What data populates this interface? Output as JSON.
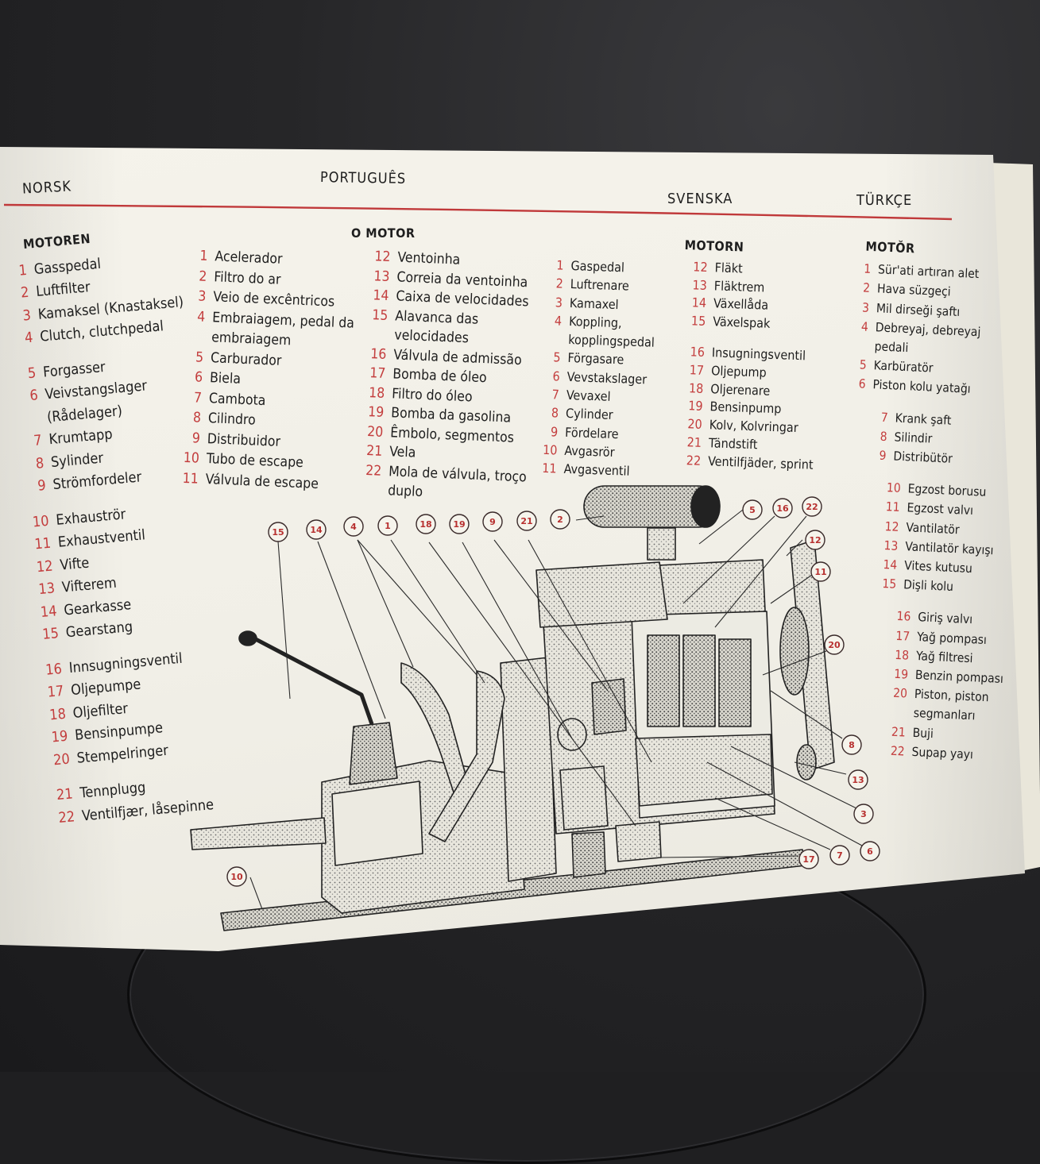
{
  "headers": [
    "NORSK",
    "PORTUGUÊS",
    "SVENSKA",
    "TÜRKÇE"
  ],
  "norsk": {
    "title": "MOTOREN",
    "groups": [
      [
        [
          "1",
          "Gasspedal"
        ],
        [
          "2",
          "Luftfilter"
        ],
        [
          "3",
          "Kamaksel (Knastaksel)"
        ],
        [
          "4",
          "Clutch, clutchpedal"
        ]
      ],
      [
        [
          "5",
          "Forgasser"
        ],
        [
          "6",
          "Veivstangslager\n(Rådelager)"
        ],
        [
          "7",
          "Krumtapp"
        ],
        [
          "8",
          "Sylinder"
        ],
        [
          "9",
          "Strömfordeler"
        ]
      ],
      [
        [
          "10",
          "Exhauströr"
        ],
        [
          "11",
          "Exhaustventil"
        ],
        [
          "12",
          "Vifte"
        ],
        [
          "13",
          "Vifterem"
        ],
        [
          "14",
          "Gearkasse"
        ],
        [
          "15",
          "Gearstang"
        ]
      ],
      [
        [
          "16",
          "Innsugningsventil"
        ],
        [
          "17",
          "Oljepumpe"
        ],
        [
          "18",
          "Oljefilter"
        ],
        [
          "19",
          "Bensinpumpe"
        ],
        [
          "20",
          "Stempelringer"
        ]
      ],
      [
        [
          "21",
          "Tennplugg"
        ],
        [
          "22",
          "Ventilfjær, låsepinne"
        ]
      ]
    ]
  },
  "portugues": {
    "title": "O MOTOR",
    "col1": [
      [
        "1",
        "Acelerador"
      ],
      [
        "2",
        "Filtro do ar"
      ],
      [
        "3",
        "Veio de excêntricos"
      ],
      [
        "4",
        "Embraiagem, pedal da\nembraiagem"
      ],
      [
        "5",
        "Carburador"
      ],
      [
        "6",
        "Biela"
      ],
      [
        "7",
        "Cambota"
      ],
      [
        "8",
        "Cilindro"
      ],
      [
        "9",
        "Distribuidor"
      ],
      [
        "10",
        "Tubo de escape"
      ],
      [
        "11",
        "Válvula de escape"
      ]
    ],
    "col2": [
      [
        "12",
        "Ventoinha"
      ],
      [
        "13",
        "Correia da ventoinha"
      ],
      [
        "14",
        "Caixa de velocidades"
      ],
      [
        "15",
        "Alavanca das\nvelocidades"
      ],
      [
        "16",
        "Válvula de admissão"
      ],
      [
        "17",
        "Bomba de óleo"
      ],
      [
        "18",
        "Filtro do óleo"
      ],
      [
        "19",
        "Bomba da gasolina"
      ],
      [
        "20",
        "Êmbolo, segmentos"
      ],
      [
        "21",
        "Vela"
      ],
      [
        "22",
        "Mola de válvula, troço\nduplo"
      ]
    ]
  },
  "svenska": {
    "title": "MOTORN",
    "col1": [
      [
        "1",
        "Gaspedal"
      ],
      [
        "2",
        "Luftrenare"
      ],
      [
        "3",
        "Kamaxel"
      ],
      [
        "4",
        "Koppling,\nkopplingspedal"
      ],
      [
        "5",
        "Förgasare"
      ],
      [
        "6",
        "Vevstakslager"
      ],
      [
        "7",
        "Vevaxel"
      ],
      [
        "8",
        "Cylinder"
      ],
      [
        "9",
        "Fördelare"
      ],
      [
        "10",
        "Avgasrör"
      ],
      [
        "11",
        "Avgasventil"
      ]
    ],
    "col2a": [
      [
        "12",
        "Fläkt"
      ],
      [
        "13",
        "Fläktrem"
      ],
      [
        "14",
        "Växellåda"
      ],
      [
        "15",
        "Växelspak"
      ]
    ],
    "col2b": [
      [
        "16",
        "Insugningsventil"
      ],
      [
        "17",
        "Oljepump"
      ],
      [
        "18",
        "Oljerenare"
      ],
      [
        "19",
        "Bensinpump"
      ],
      [
        "20",
        "Kolv, Kolvringar"
      ],
      [
        "21",
        "Tändstift"
      ],
      [
        "22",
        "Ventilfjäder, sprint"
      ]
    ]
  },
  "turkce": {
    "title": "MOTŎR",
    "groups": [
      [
        [
          "1",
          "Sür'ati artıran alet"
        ],
        [
          "2",
          "Hava süzgeçi"
        ],
        [
          "3",
          "Mil dirseği şaftı"
        ],
        [
          "4",
          "Debreyaj, debreyaj\npedali"
        ],
        [
          "5",
          "Karbüratör"
        ],
        [
          "6",
          "Piston kolu yatağı"
        ]
      ],
      [
        [
          "7",
          "Krank şaft"
        ],
        [
          "8",
          "Silindir"
        ],
        [
          "9",
          "Distribütör"
        ]
      ],
      [
        [
          "10",
          "Egzost borusu"
        ],
        [
          "11",
          "Egzost valvı"
        ],
        [
          "12",
          "Vantilatör"
        ],
        [
          "13",
          "Vantilatör kayışı"
        ],
        [
          "14",
          "Vites kutusu"
        ],
        [
          "15",
          "Dişli kolu"
        ]
      ],
      [
        [
          "16",
          "Giriş valvı"
        ],
        [
          "17",
          "Yağ pompası"
        ],
        [
          "18",
          "Yağ filtresi"
        ],
        [
          "19",
          "Benzin pompası"
        ],
        [
          "20",
          "Piston, piston\nsegmanları"
        ],
        [
          "21",
          "Buji"
        ],
        [
          "22",
          "Supap yayı"
        ]
      ]
    ]
  },
  "callouts": [
    "15",
    "14",
    "4",
    "1",
    "18",
    "19",
    "9",
    "21",
    "2",
    "5",
    "16",
    "22",
    "12",
    "11",
    "20",
    "8",
    "13",
    "3",
    "6",
    "7",
    "17",
    "10"
  ],
  "colors": {
    "accent": "#c33d3d",
    "paper": "#f3f1e9",
    "background": "#1f1f21"
  }
}
